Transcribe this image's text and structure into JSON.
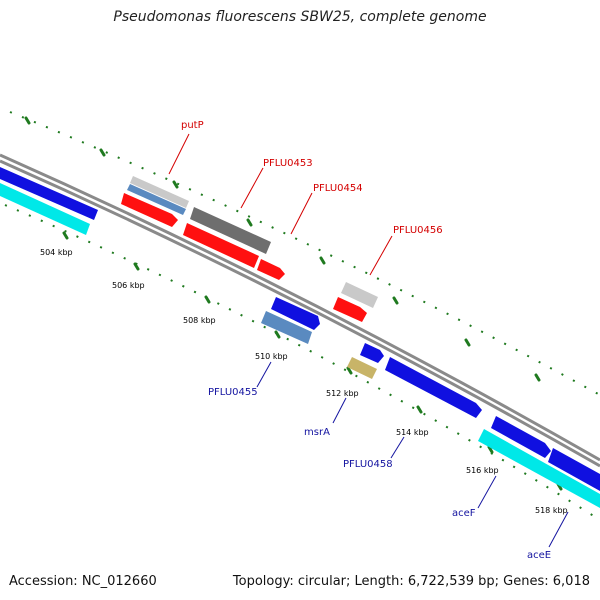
{
  "title": "Pseudomonas fluorescens SBW25, complete genome",
  "footer": {
    "accession": "Accession: NC_012660",
    "summary": "Topology: circular; Length: 6,722,539 bp; Genes: 6,018"
  },
  "colors": {
    "backbone": "#7d7d7d",
    "tick": "#1f7a1f",
    "label_red": "#d40000",
    "label_blue": "#1414a0",
    "blue": "#1010e0",
    "cyan": "#00e8e8",
    "red": "#ff1010",
    "steel": "#5a8ac0",
    "grey_light": "#c9c9c9",
    "grey_dark": "#6e6e6e",
    "olive": "#c8b468"
  },
  "ticks": [
    "504 kbp",
    "506 kbp",
    "508 kbp",
    "510 kbp",
    "512 kbp",
    "514 kbp",
    "516 kbp",
    "518 kbp"
  ],
  "gene_labels": {
    "putP": "putP",
    "pflu0453": "PFLU0453",
    "pflu0454": "PFLU0454",
    "pflu0456": "PFLU0456",
    "pflu0455": "PFLU0455",
    "msrA": "msrA",
    "pflu0458": "PFLU0458",
    "aceF": "aceF",
    "aceE": "aceE"
  }
}
